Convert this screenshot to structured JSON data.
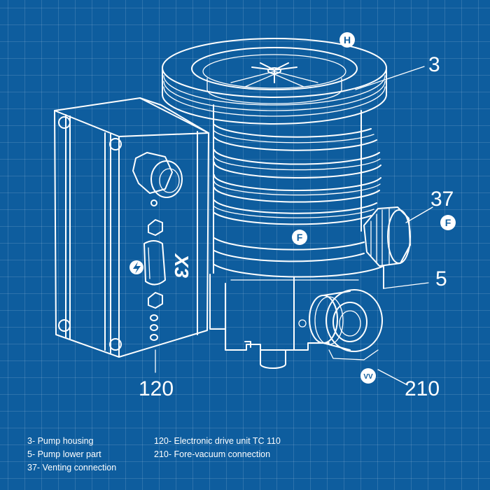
{
  "callouts": {
    "pump_housing": "3",
    "venting": "37",
    "lower_part": "5",
    "electronic_drive": "120",
    "fore_vacuum": "210"
  },
  "markers": {
    "handling": "H",
    "flange_upper": "F",
    "flange_venting": "F",
    "fore_vacuum": "VV"
  },
  "drive_unit_text": "X3",
  "legend": {
    "left": [
      "3- Pump housing",
      "5- Pump lower part",
      "37- Venting connection"
    ],
    "right": [
      "120- Electronic drive unit TC 110",
      "210- Fore-vacuum connection"
    ]
  }
}
